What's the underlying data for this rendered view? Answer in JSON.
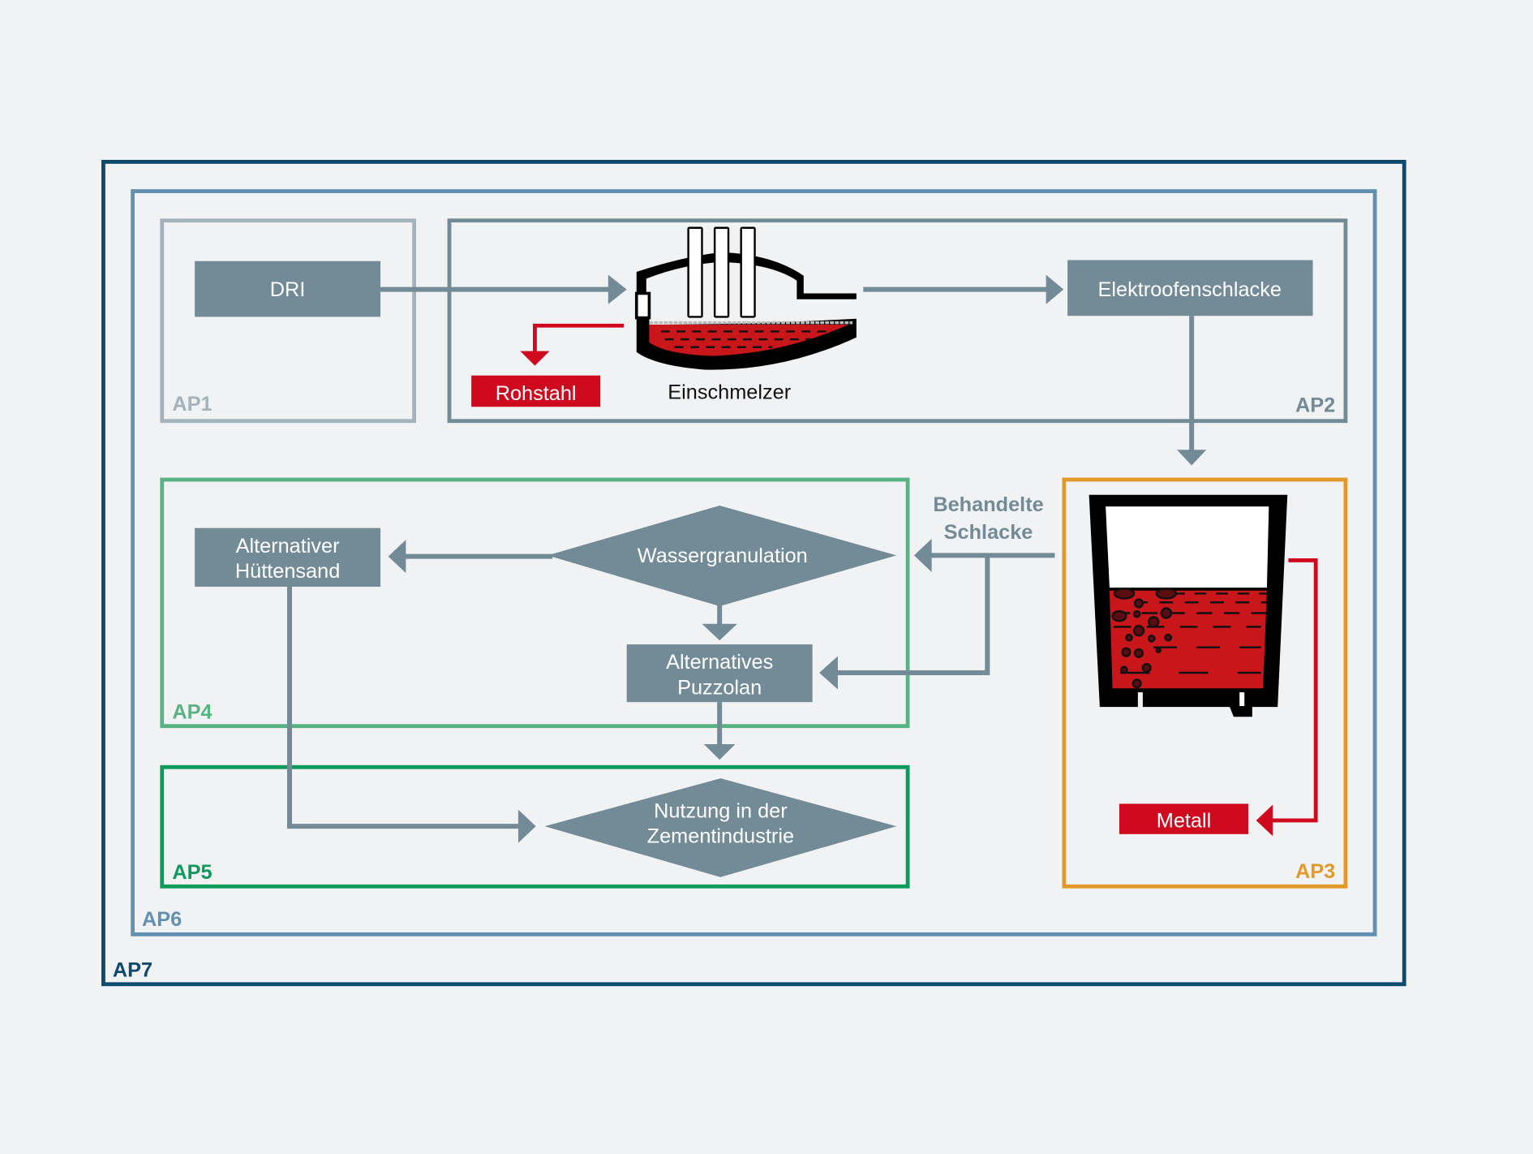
{
  "colors": {
    "background": "#f1f2f4",
    "node_fill": "#728b97",
    "flow_arrow": "#728b97",
    "output_red": "#cf0a1e",
    "ap1": "#a4b2bc",
    "ap2": "#728b97",
    "ap3": "#e3992a",
    "ap4": "#58b383",
    "ap5": "#0e9a5a",
    "ap6": "#6290b0",
    "ap7": "#0d4a6e",
    "molten": "#c8161a"
  },
  "work_packages": [
    {
      "id": "ap1",
      "label": "AP1"
    },
    {
      "id": "ap2",
      "label": "AP2"
    },
    {
      "id": "ap3",
      "label": "AP3"
    },
    {
      "id": "ap4",
      "label": "AP4"
    },
    {
      "id": "ap5",
      "label": "AP5"
    },
    {
      "id": "ap6",
      "label": "AP6"
    },
    {
      "id": "ap7",
      "label": "AP7"
    }
  ],
  "nodes": {
    "dri": {
      "label": "DRI"
    },
    "elektroofenschlacke": {
      "label": "Elektroofenschlacke"
    },
    "rohstahl": {
      "label": "Rohstahl"
    },
    "einschmelzer": {
      "label": "Einschmelzer"
    },
    "wassergranulation": {
      "label": "Wassergranulation"
    },
    "huettensand": {
      "line1": "Alternativer",
      "line2": "Hüttensand"
    },
    "puzzolan": {
      "line1": "Alternatives",
      "line2": "Puzzolan"
    },
    "zement": {
      "line1": "Nutzung in der",
      "line2": "Zementindustrie"
    },
    "metall": {
      "label": "Metall"
    }
  },
  "flow_labels": {
    "behandelte_schlacke": {
      "line1": "Behandelte",
      "line2": "Schlacke"
    }
  },
  "icons": {
    "furnace": "electric-smelting-furnace-icon",
    "ladle": "slag-treatment-vessel-icon"
  }
}
